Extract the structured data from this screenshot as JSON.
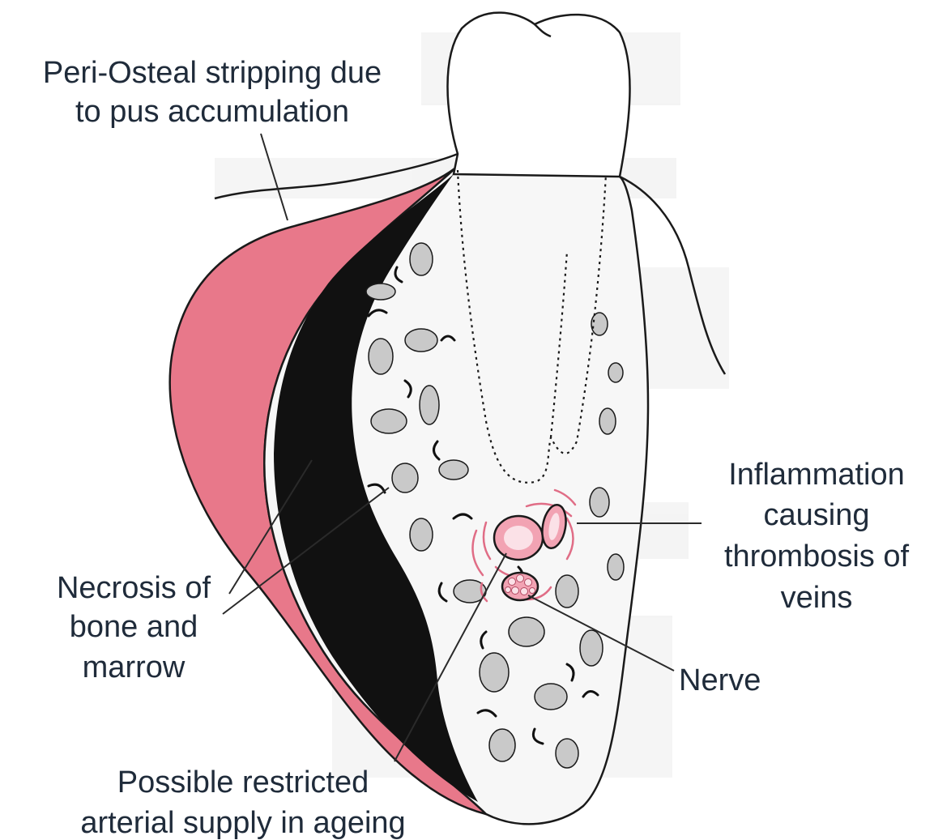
{
  "labels": {
    "periosteal_line1": "Peri-Osteal stripping due",
    "periosteal_line2": "to pus accumulation",
    "necrosis_line1": "Necrosis of",
    "necrosis_line2": "bone and",
    "necrosis_line3": "marrow",
    "arterial_line1": "Possible restricted",
    "arterial_line2": "arterial supply in ageing",
    "inflammation_line1": "Inflammation",
    "inflammation_line2": "causing",
    "inflammation_line3": "thrombosis of",
    "inflammation_line4": "veins",
    "nerve": "Nerve"
  },
  "colors": {
    "pus_pink": "#e8788a",
    "necrotic_black": "#111111",
    "marrow_gray": "#c9c9c9",
    "vein_pink": "#f2a3b3",
    "inflammation_red": "#e06d86",
    "text": "#1f2b3a"
  }
}
